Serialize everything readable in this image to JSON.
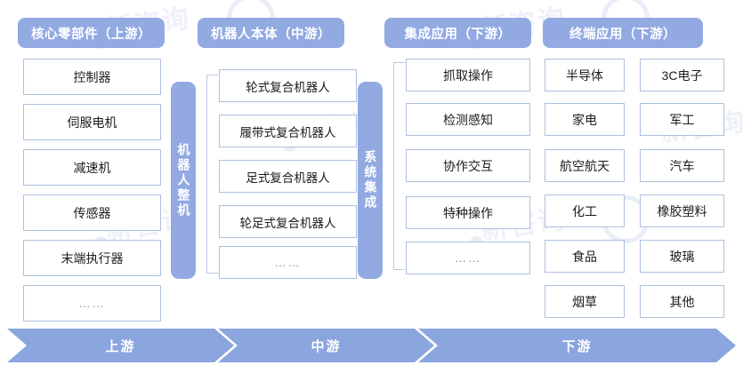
{
  "colors": {
    "accent": "#92a9e2",
    "ribbon": "#8ba5de",
    "box_border": "#adc0e0",
    "bracket": "#b9c8e4",
    "text": "#1c1c1c",
    "header_text": "#ffffff",
    "background": "#ffffff",
    "watermark": "#e9edf6"
  },
  "headers": [
    {
      "label": "核心零部件（上游）"
    },
    {
      "label": "机器人本体（中游）"
    },
    {
      "label": "集成应用（下游）"
    },
    {
      "label": "终端应用（下游）"
    }
  ],
  "columns": {
    "upstream": {
      "title": "核心零部件（上游）",
      "items": [
        "控制器",
        "伺服电机",
        "减速机",
        "传感器",
        "末端执行器",
        "……"
      ]
    },
    "midstream": {
      "title": "机器人本体（中游）",
      "connector": "机器人整机",
      "items": [
        "轮式复合机器人",
        "履带式复合机器人",
        "足式复合机器人",
        "轮足式复合机器人",
        "……"
      ]
    },
    "integration": {
      "title": "集成应用（下游）",
      "connector": "系统集成",
      "items": [
        "抓取操作",
        "检测感知",
        "协作交互",
        "特种操作",
        "……"
      ]
    },
    "terminal": {
      "title": "终端应用（下游）",
      "left_items": [
        "半导体",
        "家电",
        "航空航天",
        "化工",
        "食品",
        "烟草"
      ],
      "right_items": [
        "3C电子",
        "军工",
        "汽车",
        "橡胶塑料",
        "玻璃",
        "其他"
      ]
    }
  },
  "ribbon": [
    {
      "label": "上游"
    },
    {
      "label": "中游"
    },
    {
      "label": "下游"
    }
  ],
  "watermarks": {
    "brand": "新咨询"
  }
}
